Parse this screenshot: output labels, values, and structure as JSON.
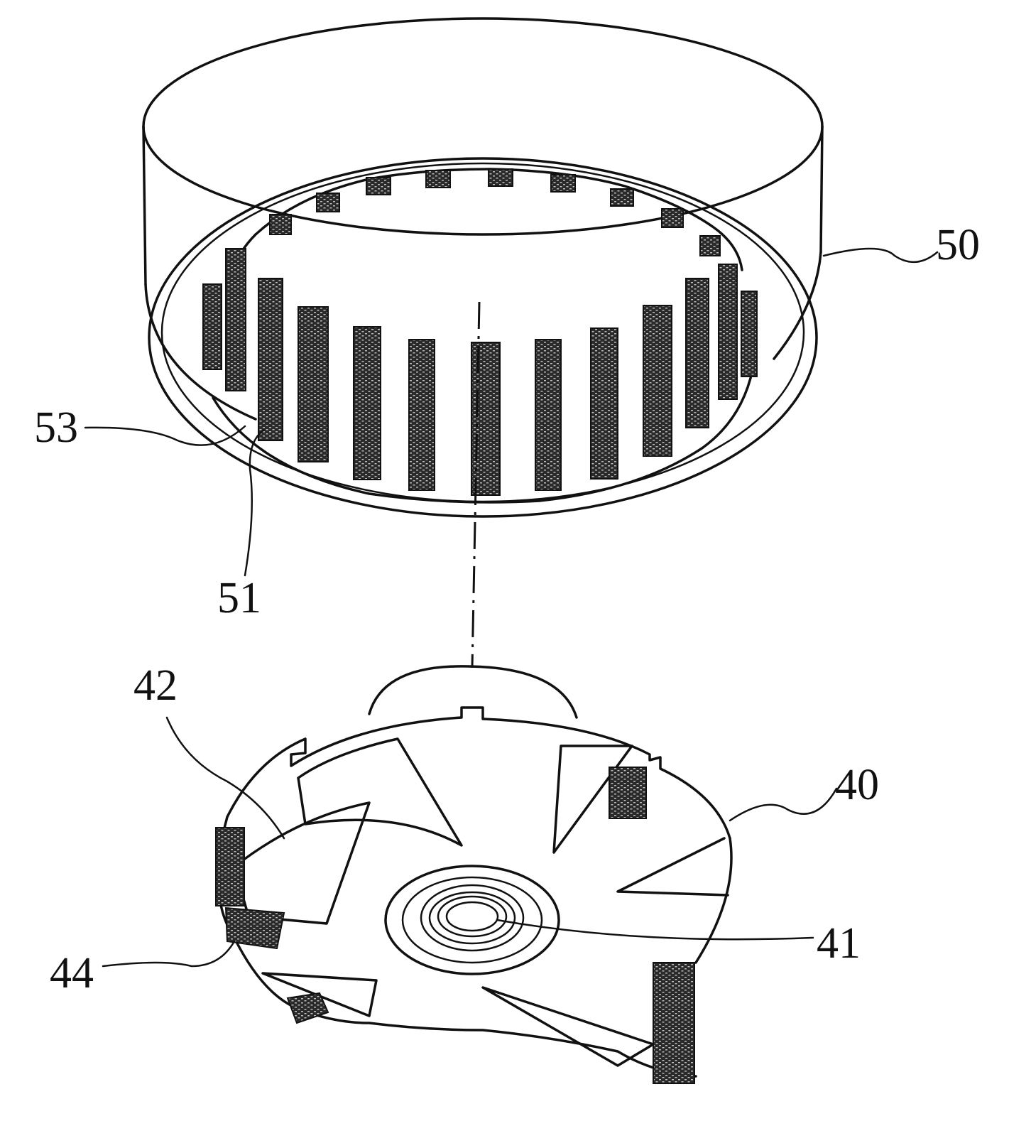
{
  "labels": {
    "ring_outer": "50",
    "ring_tooth": "53",
    "ring_groove": "51",
    "burr_body": "40",
    "burr_blade": "42",
    "burr_bore": "41",
    "burr_tooth": "44"
  },
  "colors": {
    "ink": "#111111",
    "paper": "#ffffff",
    "hatch": "#3a3a3a"
  }
}
